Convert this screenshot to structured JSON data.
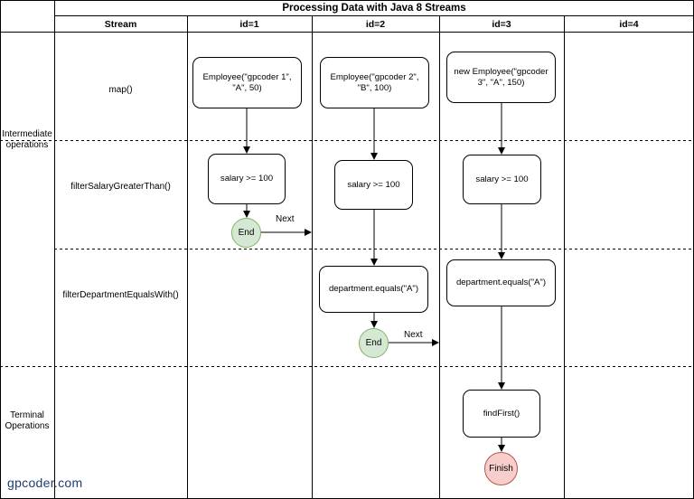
{
  "title": "Processing Data with Java 8 Streams",
  "columns": {
    "stream": "Stream",
    "id1": "id=1",
    "id2": "id=2",
    "id3": "id=3",
    "id4": "id=4"
  },
  "groups": {
    "intermediate": "Intermediate operations",
    "terminal": "Terminal Operations"
  },
  "rows": {
    "map": "map()",
    "filter_salary": "filterSalaryGreaterThan()",
    "filter_department": "filterDepartmentEqualsWith()"
  },
  "nodes": {
    "map1": "Employee(\"gpcoder 1\", \"A\", 50)",
    "map2": "Employee(\"gpcoder 2\", \"B\", 100)",
    "map3": "new Employee(\"gpcoder 3\", \"A\", 150)",
    "salary1": "salary >= 100",
    "salary2": "salary >= 100",
    "salary3": "salary >= 100",
    "dept2": "department.equals(\"A\")",
    "dept3": "department.equals(\"A\")",
    "end1": "End",
    "end2": "End",
    "find_first": "findFirst()",
    "finish": "Finish"
  },
  "edge_labels": {
    "next1": "Next",
    "next2": "Next"
  },
  "watermark": "gpcoder.com",
  "colors": {
    "end_fill": "#d5e8d4",
    "end_stroke": "#82b366",
    "finish_fill": "#f8cecc",
    "finish_stroke": "#b85450",
    "grid": "#000000"
  }
}
